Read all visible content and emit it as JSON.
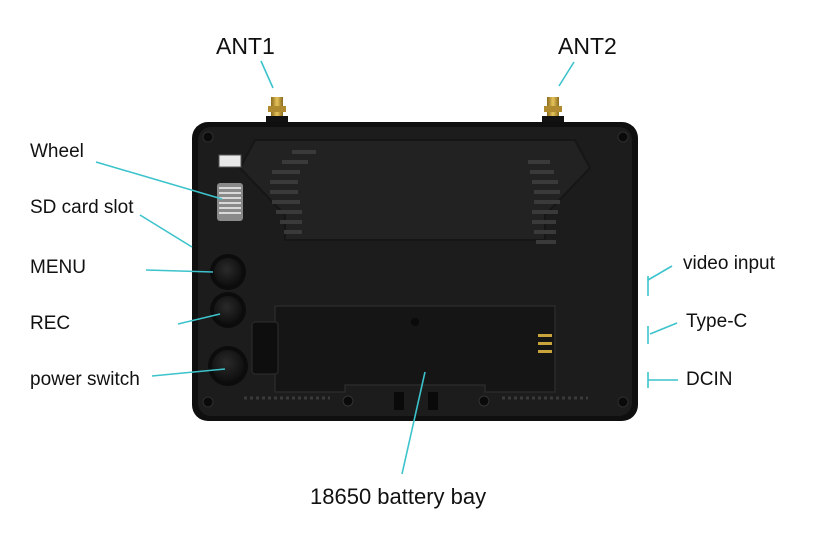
{
  "colors": {
    "background": "#ffffff",
    "device_body": "#1b1b1b",
    "device_edge": "#0c0c0c",
    "leader_line": "#3cc3cc",
    "label_text": "#111111",
    "antenna_gold": "#c9a43c"
  },
  "labels": {
    "ant1": "ANT1",
    "ant2": "ANT2",
    "wheel": "Wheel",
    "sd_card_slot": "SD card slot",
    "menu": "MENU",
    "rec": "REC",
    "power_switch": "power switch",
    "video_input": "video input",
    "type_c": "Type-C",
    "dcin": "DCIN",
    "battery_bay": "18650 battery bay"
  }
}
